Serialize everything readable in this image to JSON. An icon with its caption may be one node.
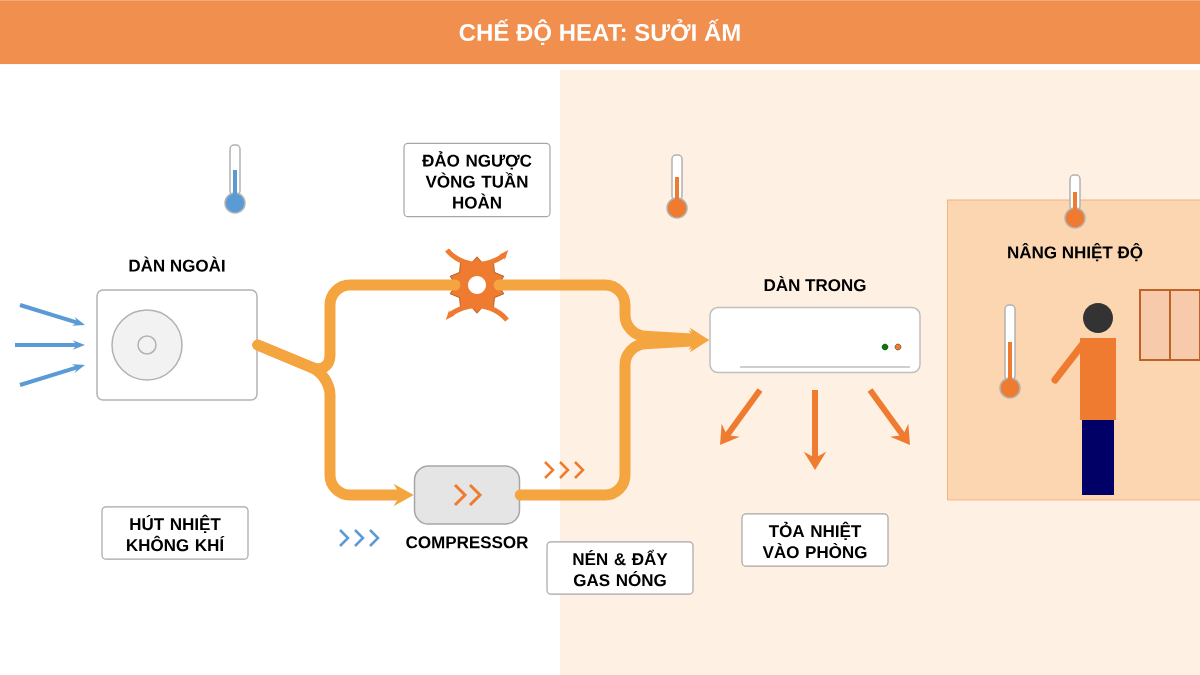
{
  "diagram": {
    "title": "CHẾ ĐỘ HEAT: SƯỞI ẤM",
    "nodes": [
      {
        "text": [
          "DÀN NGOÀI"
        ]
      },
      {
        "text": [
          "HÚT NHIỆT KHÔNG KHÍ"
        ]
      },
      {
        "text": [
          "ĐẢO NGƯỢC VÒNG TUẦN HOÀN"
        ]
      },
      {
        "text": [],
        "shape": "picture"
      },
      {
        "text": [
          "COMPRESSOR"
        ]
      },
      {
        "text": [
          "NÉN & ĐẨY GAS NÓNG"
        ]
      },
      {
        "text": [
          "DÀN TRONG"
        ]
      },
      {
        "text": [
          "TỎA NHIỆT VÀO PHÒNG"
        ]
      },
      {
        "text": [
          "NÂNG NHIỆT ĐỘ"
        ]
      }
    ],
    "edges": [
      {
        "from": 0,
        "to": 3,
        "arrow": "none"
      },
      {
        "from": 3,
        "to": 6,
        "arrow": "to"
      },
      {
        "from": 0,
        "to": 4,
        "arrow": "to"
      },
      {
        "from": 4,
        "to": 6,
        "arrow": "to"
      }
    ]
  }
}
